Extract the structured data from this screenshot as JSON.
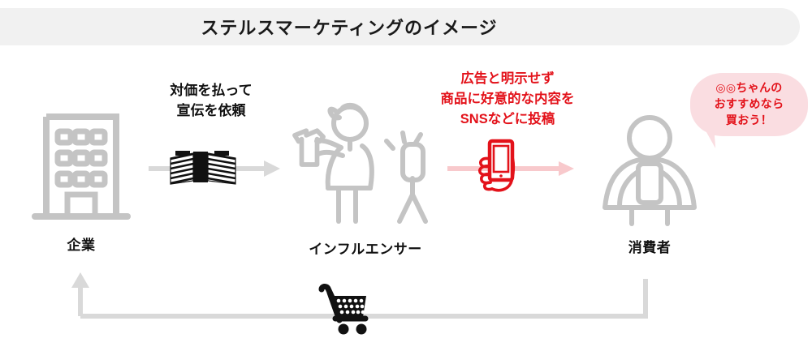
{
  "header": {
    "title": "ステルスマーケティングのイメージ",
    "bg_color": "#f1f1f1"
  },
  "colors": {
    "gray_icon": "#c4c4c4",
    "gray_arrow": "#d6d6d6",
    "red": "#e3121a",
    "pink_arrow": "#f8c9cc",
    "bubble_bg": "#fadde1",
    "black": "#111111"
  },
  "nodes": [
    {
      "id": "company",
      "label": "企業",
      "icon": "office-building-icon"
    },
    {
      "id": "influencer",
      "label": "インフルエンサー",
      "icon": "influencer-person-icon"
    },
    {
      "id": "consumer",
      "label": "消費者",
      "icon": "consumer-person-icon"
    }
  ],
  "captions": {
    "pay": {
      "line1": "対価を払って",
      "line2": "宣伝を依頼"
    },
    "post": {
      "line1": "広告と明示せず",
      "line2": "商品に好意的な内容を",
      "line3": "SNSなどに投稿"
    }
  },
  "speech_bubble": {
    "line1": "◎◎ちゃんの",
    "line2": "おすすめなら",
    "line3": "買おう！"
  },
  "icons": {
    "money": "cash-bundle-icon",
    "phone_in_hand": "hand-holding-smartphone-icon",
    "cart": "shopping-cart-icon"
  },
  "arrows": {
    "pay_arrow": "arrow-right-gray",
    "post_arrow": "arrow-right-pink",
    "purchase_return_arrow": "arrow-return-up-left-gray"
  }
}
